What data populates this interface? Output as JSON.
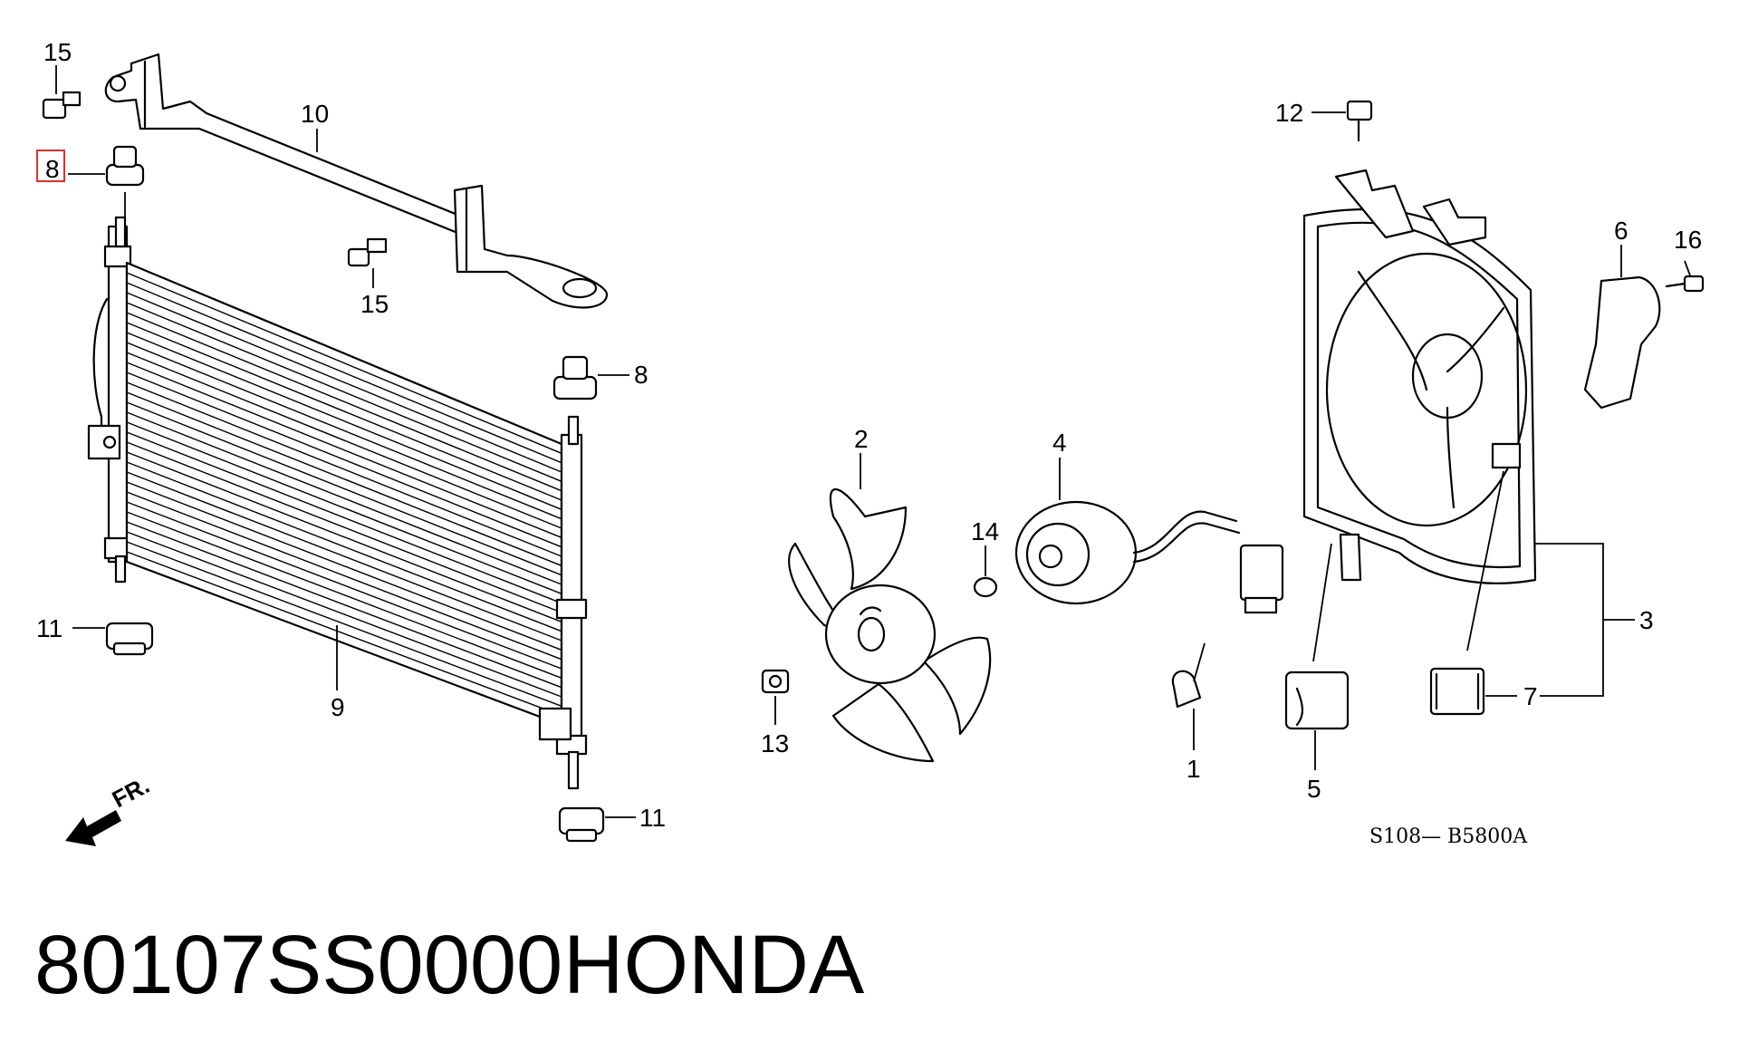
{
  "callouts": {
    "c15a": "15",
    "c8a": "8",
    "c10": "10",
    "c15b": "15",
    "c8b": "8",
    "c11a": "11",
    "c9": "9",
    "c11b": "11",
    "c2": "2",
    "c14": "14",
    "c13": "13",
    "c4": "4",
    "c1": "1",
    "c12": "12",
    "c6": "6",
    "c16": "16",
    "c3": "3",
    "c5": "5",
    "c7": "7"
  },
  "highlighted_callout": "8",
  "front_marker": "FR.",
  "diagram_code": "S108— B5800A",
  "footer": {
    "part_number": "80107SS0000",
    "brand": "HONDA"
  },
  "colors": {
    "highlight": "#e0302a",
    "ink": "#000000",
    "background": "#ffffff"
  }
}
